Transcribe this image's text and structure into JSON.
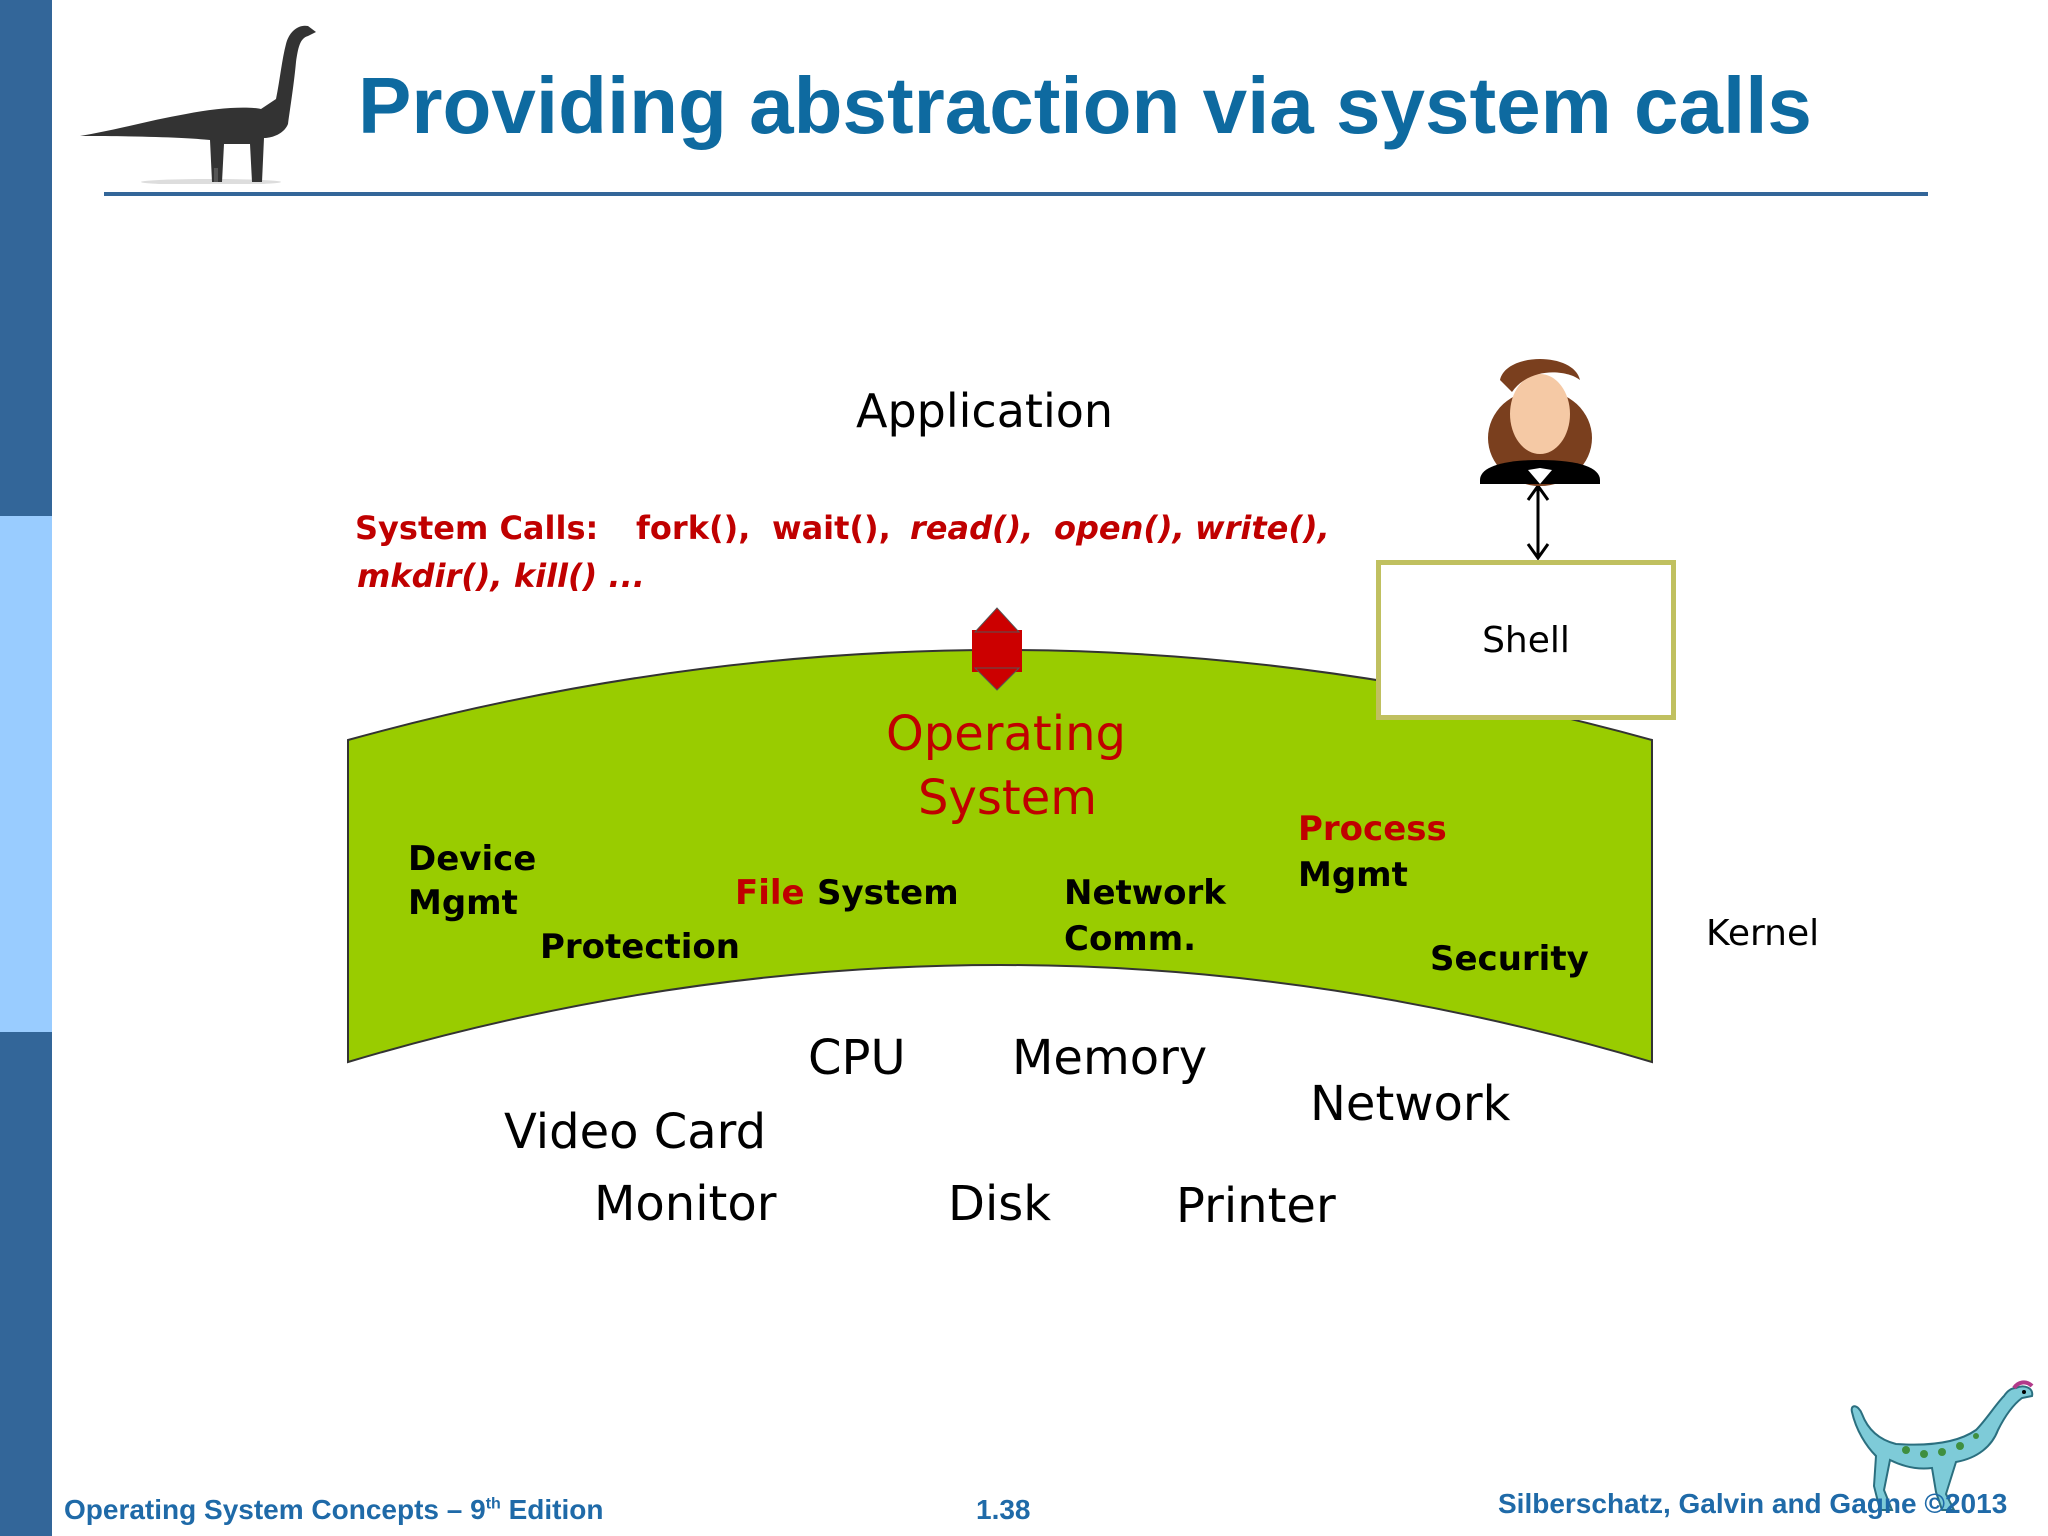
{
  "title": "Providing abstraction via system calls",
  "diagram": {
    "application": "Application",
    "syscalls": {
      "label": "System Calls:",
      "calls_line1": [
        "fork(),",
        "wait(),",
        "read(),",
        "open(),",
        "write(),"
      ],
      "calls_line2": "mkdir(), kill() ..."
    },
    "os": {
      "line1": "Operating",
      "line2": "System"
    },
    "modules": {
      "device_line1": "Device",
      "device_line2": "Mgmt",
      "protection": "Protection",
      "file_red": "File",
      "file_rest": "System",
      "network_line1": "Network",
      "network_line2": "Comm.",
      "process_line1": "Process",
      "process_line2": "Mgmt",
      "security": "Security"
    },
    "shell": "Shell",
    "kernel": "Kernel",
    "hardware": {
      "cpu": "CPU",
      "memory": "Memory",
      "network": "Network",
      "video_card": "Video Card",
      "monitor": "Monitor",
      "disk": "Disk",
      "printer": "Printer"
    }
  },
  "footer": {
    "left_main": "Operating System Concepts – 9",
    "left_sup": "th",
    "left_end": " Edition",
    "center": "1.38",
    "right": "Silberschatz, Galvin and Gagne ©2013"
  },
  "colors": {
    "sidebar_dark": "#336699",
    "sidebar_light": "#99CCFF",
    "title": "#0e6aa0",
    "os_green": "#99cc00",
    "accent_red": "#c00000",
    "arrow_red": "#cc0000",
    "shell_border": "#c0c060"
  },
  "icons": {
    "top_left": "brachiosaurus-icon",
    "bottom_right": "dinosaur-icon",
    "user": "user-avatar-icon"
  }
}
